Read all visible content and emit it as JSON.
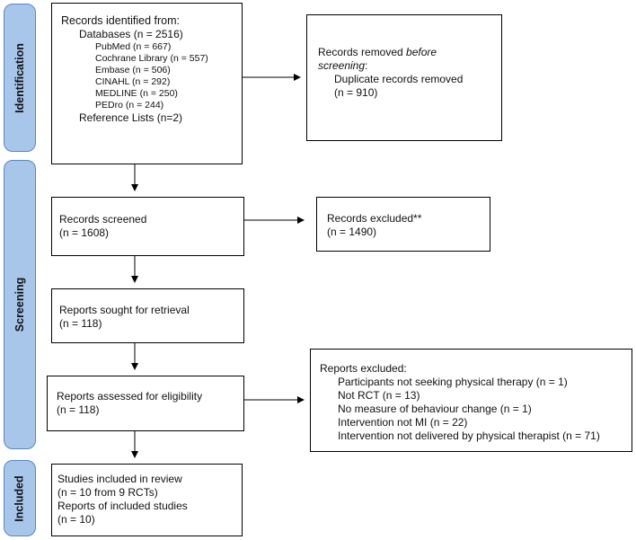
{
  "phases": {
    "identification": "Identification",
    "screening": "Screening",
    "included": "Included"
  },
  "boxes": {
    "identified": {
      "title": "Records identified from:",
      "databases": "Databases (n = 2516)",
      "db_items": [
        "PubMed (n = 667)",
        "Cochrane Library (n = 557)",
        "Embase (n = 506)",
        "CINAHL (n = 292)",
        "MEDLINE (n = 250)",
        "PEDro (n = 244)"
      ],
      "reference_lists": "Reference Lists (n=2)"
    },
    "removed": {
      "line1": "Records removed ",
      "line1_em": "before",
      "line2_em": "screening",
      "line2_tail": ":",
      "line3": "Duplicate records removed",
      "line4": "(n = 910)"
    },
    "screened": {
      "line1": "Records screened",
      "line2": "(n = 1608)"
    },
    "excluded": {
      "line1": "Records excluded**",
      "line2": "(n = 1490)"
    },
    "sought": {
      "line1": "Reports sought for retrieval",
      "line2": "(n = 118)"
    },
    "assessed": {
      "line1": "Reports assessed for eligibility",
      "line2": "(n = 118)"
    },
    "reports_excluded": {
      "title": "Reports excluded:",
      "items": [
        "Participants not seeking physical therapy (n = 1)",
        "Not RCT (n = 13)",
        "No measure of behaviour change (n = 1)",
        "Intervention not MI (n = 22)",
        "Intervention not delivered by physical therapist (n = 71)"
      ]
    },
    "included": {
      "line1": "Studies included in review",
      "line2": "(n = 10 from 9 RCTs)",
      "line3": "Reports of included studies",
      "line4": "(n = 10)"
    }
  }
}
